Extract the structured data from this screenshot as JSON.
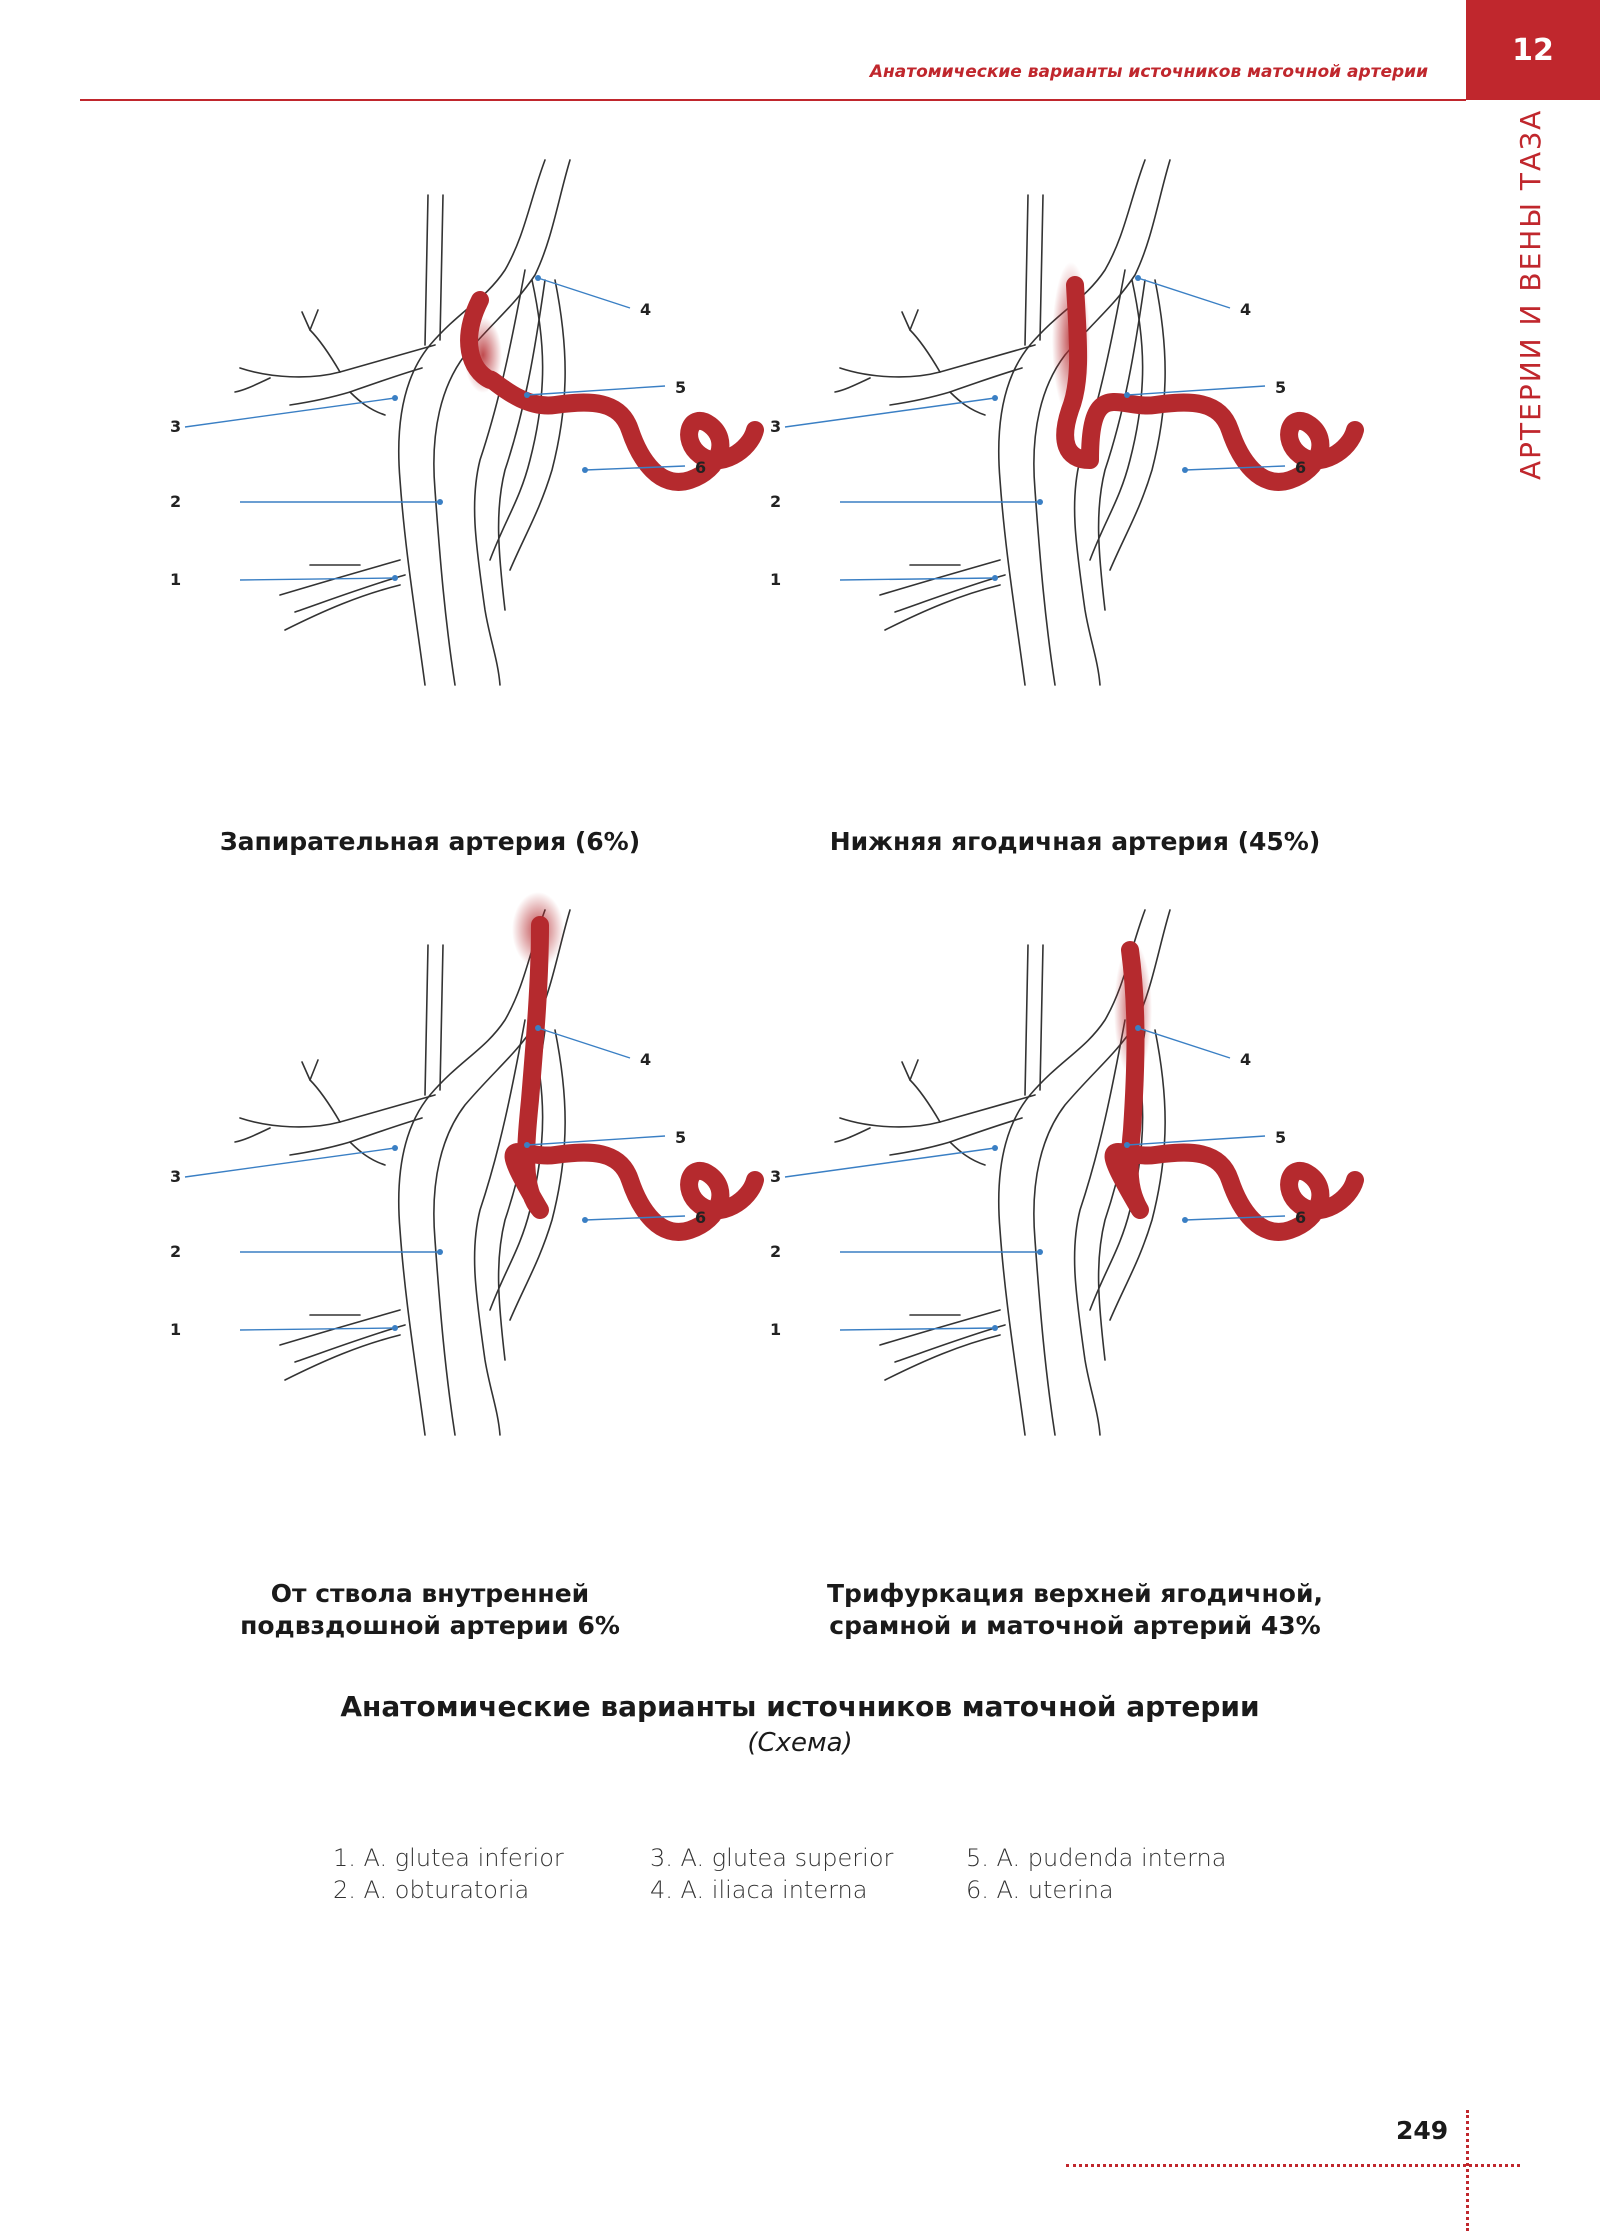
{
  "header": {
    "running_title": "Анатомические варианты источников маточной артерии",
    "chapter_number": "12",
    "side_title": "АРТЕРИИ И ВЕНЫ ТАЗА"
  },
  "figures": [
    {
      "caption_lines": [
        "Запирательная артерия (6%)"
      ],
      "variant": "obturator"
    },
    {
      "caption_lines": [
        "Нижняя ягодичная артерия (45%)"
      ],
      "variant": "inferior-gluteal"
    },
    {
      "caption_lines": [
        "От ствола внутренней",
        "подвздошной артерии 6%"
      ],
      "variant": "internal-iliac-trunk"
    },
    {
      "caption_lines": [
        "Трифуркация верхней ягодичной,",
        "срамной и маточной артерий 43%"
      ],
      "variant": "trifurcation"
    }
  ],
  "callout_numbers": [
    "1",
    "2",
    "3",
    "4",
    "5",
    "6"
  ],
  "figure_title": "Анатомические варианты источников маточной артерии",
  "figure_subtitle": "(Схема)",
  "legend": [
    [
      "1. A. glutea inferior",
      "2. A. obturatoria"
    ],
    [
      "3. A. glutea superior",
      "4. A. iliaca interna"
    ],
    [
      "5. A. pudenda interna",
      "6. A. uterina"
    ]
  ],
  "colors": {
    "accent": "#c0272d",
    "artery": "#b52a2e",
    "callout_line": "#3a7fc4"
  },
  "page_number": "249"
}
